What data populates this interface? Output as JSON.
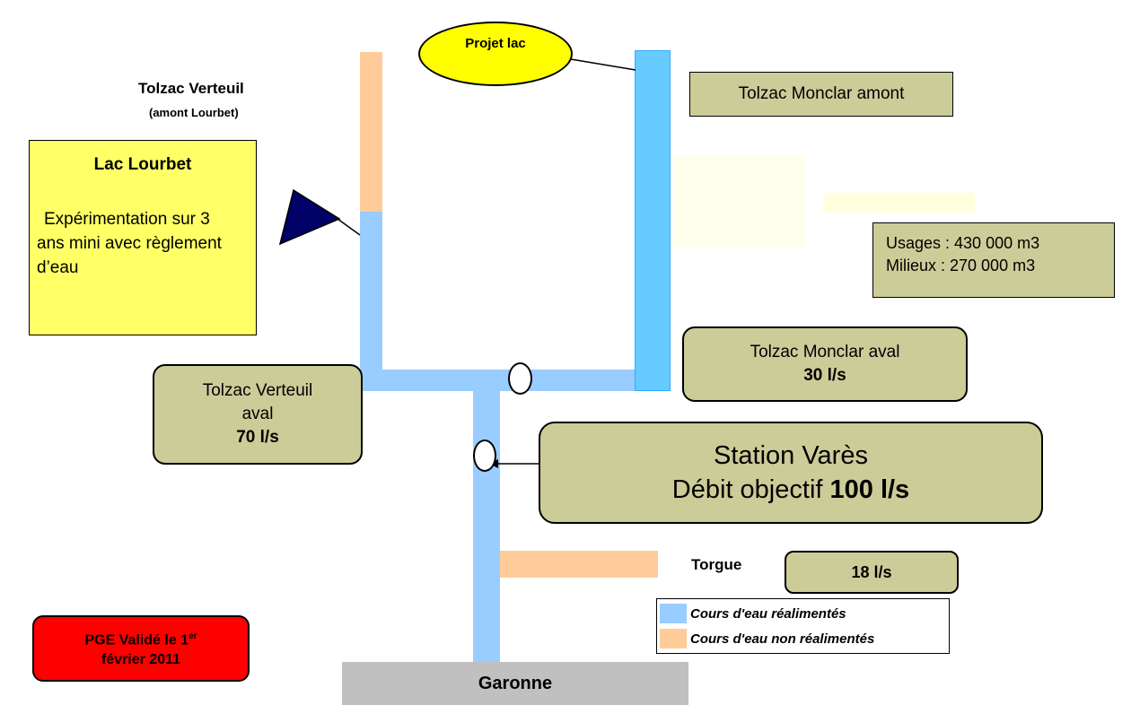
{
  "projet_lac": "Projet lac",
  "tolzac_verteuil": {
    "title": "Tolzac Verteuil",
    "subtitle": "(amont Lourbet)"
  },
  "lac_lourbet": {
    "title": "Lac Lourbet",
    "text": "Expérimentation sur 3 ans mini avec règlement d’eau"
  },
  "tolzac_monclar_amont": "Tolzac Monclar amont",
  "volumes": {
    "usages": "Usages : 430 000 m3",
    "milieux": "Milieux : 270 000 m3"
  },
  "tolzac_monclar_aval": {
    "name": "Tolzac Monclar aval",
    "flow": "30 l/s"
  },
  "tolzac_verteuil_aval": {
    "name_line1": "Tolzac Verteuil",
    "name_line2": "aval",
    "flow": "70 l/s"
  },
  "station_vares": {
    "name": "Station Varès",
    "label": "Débit objectif ",
    "flow": "100 l/s"
  },
  "torgue": {
    "name": "Torgue",
    "flow": "18 l/s"
  },
  "legend": {
    "realimentes": "Cours d'eau réalimentés",
    "non_realimentes": "Cours d'eau non réalimentés"
  },
  "pge": {
    "line1": "PGE Validé le 1",
    "sup": "er",
    "line2": "février 2011"
  },
  "garonne": "Garonne",
  "colors": {
    "river_realimente": "#99ccff",
    "river_non_realimente": "#ffcc99",
    "monclar_river": "#66ccff",
    "station_box": "#cccc99",
    "lac_lourbet_box": "#ffff66",
    "projet_lac": "#ffff00",
    "pge_box": "#ff0000",
    "garonne": "#c0c0c0",
    "flag": "#000066"
  }
}
